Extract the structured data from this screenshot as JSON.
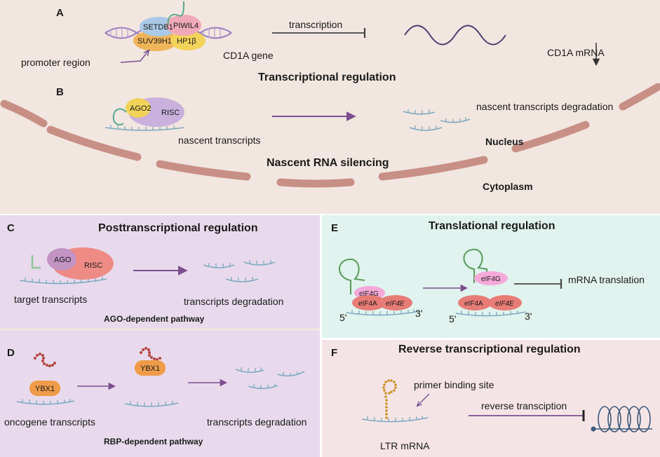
{
  "colors": {
    "top_bg": "#f2e6e0",
    "membrane": "#c88f86",
    "panel_c": "#e8daec",
    "panel_e": "#e0f3ee",
    "panel_f": "#f5e4e6",
    "arrow_purple": "#7a4f8f",
    "rna_blue": "#7fa9bf",
    "green_loop": "#5a9a5a",
    "orange": "#ef9b4a",
    "red_beads": "#b5463f",
    "pink": "#f5a9d8",
    "salmon": "#e77c76",
    "yellow": "#f2d35a",
    "lavender": "#c9b0dd"
  },
  "panel_a": {
    "letter": "A",
    "proteins": [
      "SETDB1",
      "PIWIL4",
      "SUV39H1",
      "HP1β"
    ],
    "promoter_label": "promoter region",
    "gene_label": "CD1A gene",
    "arrow_label": "transcription",
    "mrna_label": "CD1A mRNA",
    "title": "Transcriptional regulation"
  },
  "panel_b": {
    "letter": "B",
    "ago_label": "AGO2",
    "risc_label": "RISC",
    "transcripts_label": "nascent transcripts",
    "degradation_label": "nascent transcripts degradation",
    "title": "Nascent RNA silencing",
    "nucleus_label": "Nucleus",
    "cytoplasm_label": "Cytoplasm"
  },
  "panel_c": {
    "letter": "C",
    "title": "Posttranscriptional regulation",
    "ago_label": "AGO",
    "risc_label": "RISC",
    "target_label": "target transcripts",
    "degradation_label": "transcripts degradation",
    "pathway_label": "AGO-dependent pathway"
  },
  "panel_d": {
    "letter": "D",
    "ybx1_label": "YBX1",
    "oncogene_label": "oncogene transcripts",
    "degradation_label": "transcripts degradation",
    "pathway_label": "RBP-dependent pathway"
  },
  "panel_e": {
    "letter": "E",
    "title": "Translational regulation",
    "eif4g": "eIF4G",
    "eif4a": "eIF4A",
    "eif4e": "eIF4E",
    "five_prime": "5'",
    "three_prime": "3'",
    "translation_label": "mRNA translation"
  },
  "panel_f": {
    "letter": "F",
    "title": "Reverse transcriptional regulation",
    "pbs_label": "primer binding site",
    "rt_label": "reverse transciption",
    "ltr_label": "LTR mRNA"
  }
}
